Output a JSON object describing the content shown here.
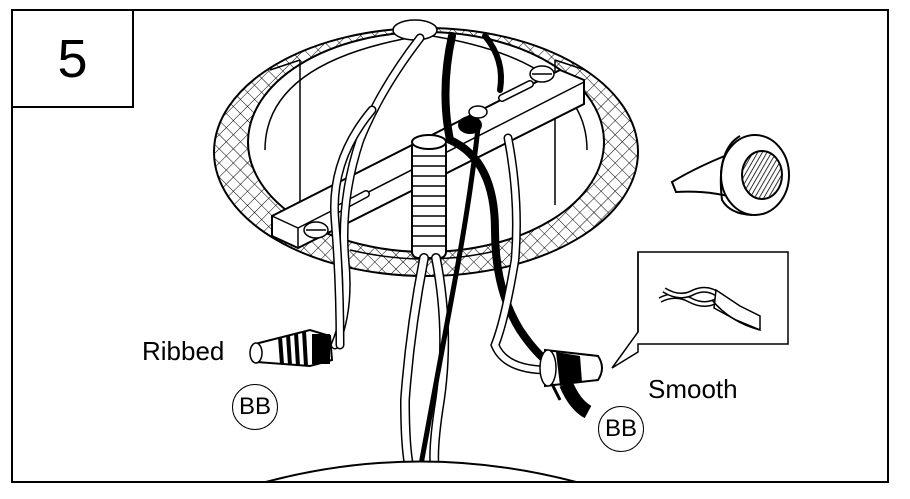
{
  "step_number": "5",
  "labels": {
    "ribbed": "Ribbed",
    "smooth": "Smooth",
    "badge_left": "BB",
    "badge_right": "BB"
  },
  "colors": {
    "line": "#000000",
    "background": "#ffffff"
  },
  "icons": [
    "electrical-tape-roll-icon",
    "twisted-wire-detail-icon",
    "wire-connector-icon",
    "ceiling-canopy-icon"
  ]
}
